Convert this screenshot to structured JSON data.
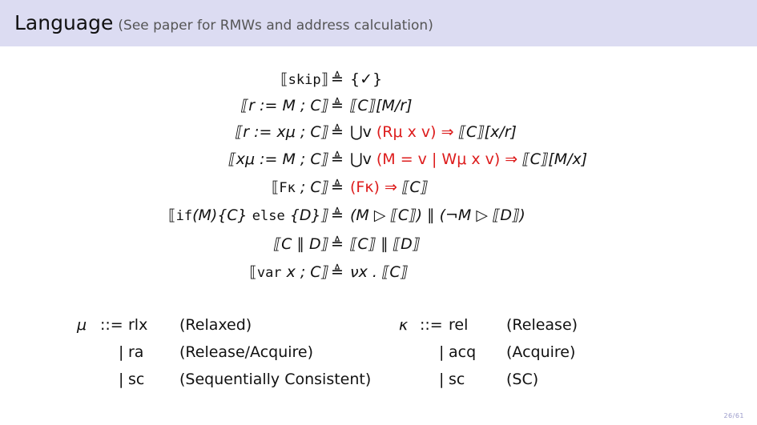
{
  "header": {
    "title": "Language",
    "subtitle": "(See paper for RMWs and address calculation)"
  },
  "defs_symbol": "≜",
  "rules": {
    "r1": {
      "lhs_a": "⟦",
      "lhs_kw": "skip",
      "lhs_b": "⟧",
      "rhs": "{✓}"
    },
    "r2": {
      "lhs": "⟦r := M ; C⟧",
      "rhs": "⟦C⟧[M/r]"
    },
    "r3": {
      "lhs": "⟦r := xμ ; C⟧",
      "rhs_a": "⋃v ",
      "rhs_red": "(Rμ x v) ⇒",
      "rhs_b": " ⟦C⟧[x/r]"
    },
    "r4": {
      "lhs": "⟦xμ := M ; C⟧",
      "rhs_a": "⋃v ",
      "rhs_red": "(M = v | Wμ x v) ⇒",
      "rhs_b": " ⟦C⟧[M/x]"
    },
    "r5": {
      "lhs_a": "⟦",
      "lhs_kw": "Fκ",
      "lhs_b": " ; C⟧",
      "rhs_red": "(Fκ) ⇒",
      "rhs_b": " ⟦C⟧"
    },
    "r6": {
      "lhs_a": "⟦",
      "lhs_kw1": "if",
      "lhs_m": "(M){C}",
      "lhs_kw2": "else",
      "lhs_n": "{D}⟧",
      "rhs": "(M ▷ ⟦C⟧) ∥ (¬M ▷ ⟦D⟧)"
    },
    "r7": {
      "lhs": "⟦C ∥ D⟧",
      "rhs": "⟦C⟧ ∥ ⟦D⟧"
    },
    "r8": {
      "lhs_a": "⟦",
      "lhs_kw": "var",
      "lhs_b": " x ; C⟧",
      "rhs": "νx . ⟦C⟧"
    }
  },
  "grammar": {
    "mu_sym": "μ",
    "kappa_sym": "κ",
    "defeq": "::=",
    "bar": "|",
    "mu": [
      {
        "key": "rlx",
        "desc": "(Relaxed)"
      },
      {
        "key": "ra",
        "desc": "(Release/Acquire)"
      },
      {
        "key": "sc",
        "desc": "(Sequentially Consistent)"
      }
    ],
    "kappa": [
      {
        "key": "rel",
        "desc": "(Release)"
      },
      {
        "key": "acq",
        "desc": "(Acquire)"
      },
      {
        "key": "sc",
        "desc": "(SC)"
      }
    ]
  },
  "page_number": "26/61"
}
